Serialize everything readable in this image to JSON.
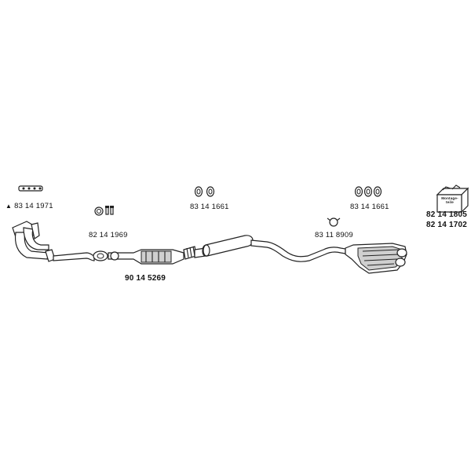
{
  "parts": {
    "manifold_gasket": {
      "number": "83 14 1971",
      "icon": "warning-triangle-icon"
    },
    "manifold_clamp": {
      "number": "82 14 1969"
    },
    "front_hangers": {
      "number": "83 14 1661"
    },
    "rear_hangers": {
      "number": "83 14 1661"
    },
    "pipe_clamp": {
      "number": "83 11 8909"
    },
    "exhaust_system": {
      "number": "90 14 5269"
    },
    "mounting_kit": {
      "numbers": [
        "82 14 1805",
        "82 14 1702"
      ],
      "box_label": "Montage-teile"
    }
  }
}
